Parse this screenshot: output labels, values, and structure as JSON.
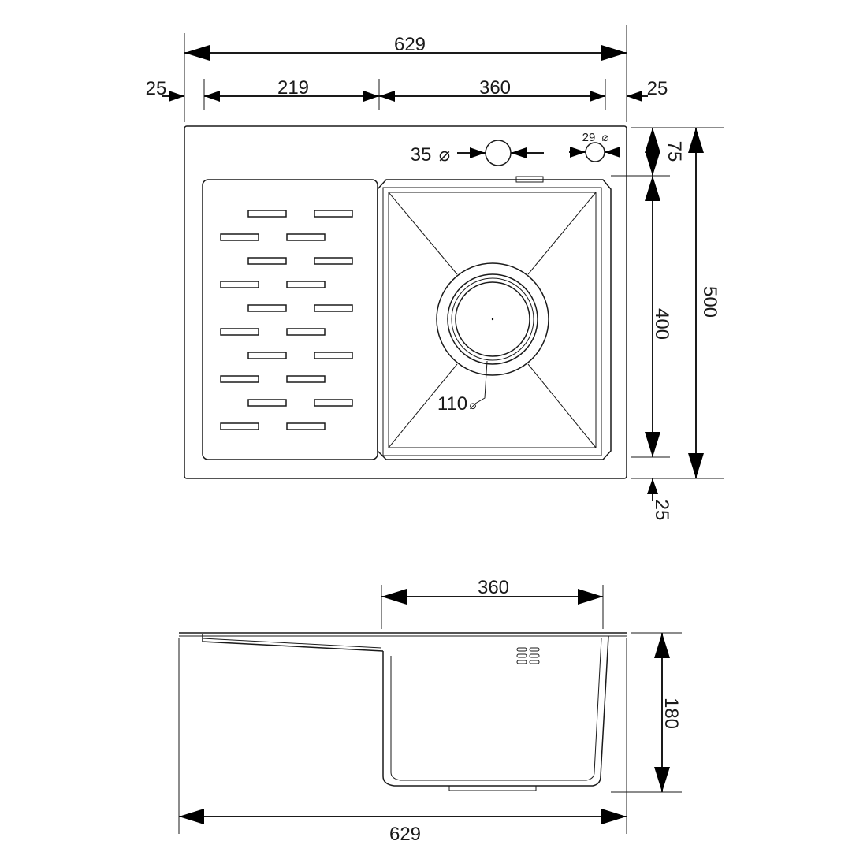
{
  "top_view": {
    "overall_width": "629",
    "left_margin": "25",
    "drainboard_width": "219",
    "bowl_width": "360",
    "right_margin": "25",
    "faucet_hole": "35",
    "second_hole": "29",
    "top_offset": "75",
    "bowl_depth": "400",
    "overall_depth": "500",
    "bottom_margin": "25",
    "drain_diameter": "110",
    "diameter_symbol": "⌀"
  },
  "side_view": {
    "bowl_width": "360",
    "bowl_height": "180",
    "overall_width": "629"
  }
}
